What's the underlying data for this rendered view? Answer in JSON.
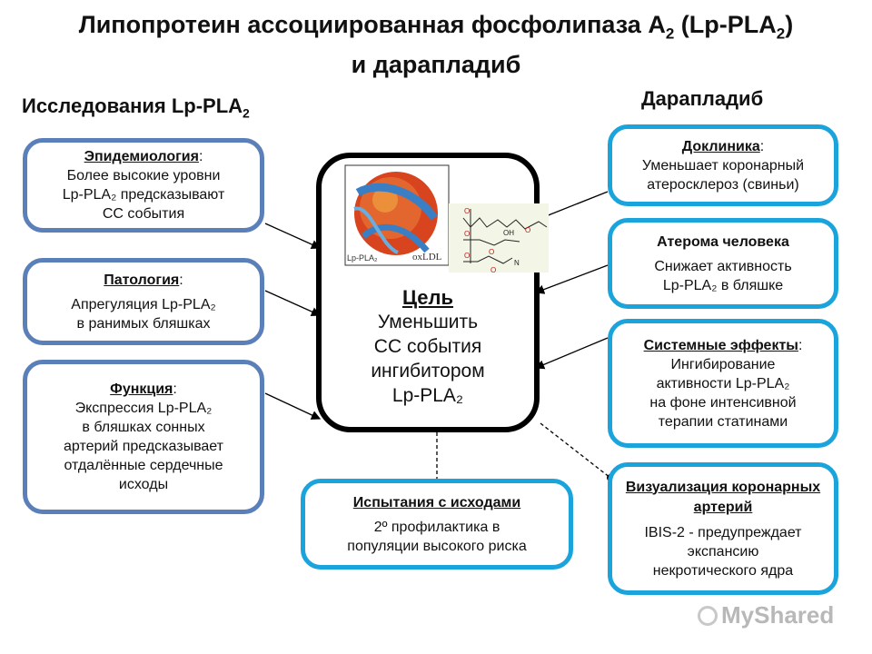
{
  "title": {
    "line1": "Липопротеин ассоциированная фосфолипаза A",
    "line1_sub": "2",
    "line1_mid": " (Lp-PLA",
    "line1_sub2": "2",
    "line1_end": ")",
    "line2": "и дарапладиб"
  },
  "left_header": {
    "text": "Исследования Lp-PLA",
    "sub": "2"
  },
  "right_header": "Дарапладиб",
  "left_boxes": [
    {
      "heading": "Эпидемиология",
      "colon": ":",
      "lines": [
        "Более высокие уровни",
        "Lp-PLA₂ предсказывают",
        "СС события"
      ]
    },
    {
      "heading": "Патология",
      "colon": ":",
      "lines": [
        "Апрегуляция Lp-PLA₂",
        "в ранимых бляшках"
      ]
    },
    {
      "heading": "Функция",
      "colon": ":",
      "lines": [
        "Экспрессия Lp-PLA₂",
        "в бляшках сонных",
        "артерий предсказывает",
        "отдалённые сердечные",
        "исходы"
      ]
    }
  ],
  "right_boxes": [
    {
      "heading": "Доклиника",
      "colon": ":",
      "lines": [
        "Уменьшает коронарный",
        "атеросклероз (свиньи)"
      ]
    },
    {
      "heading": "Атерома человека",
      "colon": "",
      "lines": [
        "Снижает активность",
        "Lp-PLA₂ в бляшке"
      ]
    },
    {
      "heading": "Системные эффекты",
      "colon": ":",
      "lines": [
        "Ингибирование",
        "активности Lp-PLA₂",
        "на фоне интенсивной",
        "терапии статинами"
      ]
    },
    {
      "heading": "Визуализация коронарных артерий",
      "colon": "",
      "lines": [
        "IBIS-2 - предупреждает",
        "экспансию",
        "некротического ядра"
      ]
    }
  ],
  "bottom_box": {
    "heading": "Испытания с исходами",
    "lines": [
      "2º профилактика в",
      "популяции высокого риска"
    ]
  },
  "center": {
    "goal": "Цель",
    "lines": [
      "Уменьшить",
      "СС события",
      "ингибитором",
      "Lp-PLA₂"
    ],
    "image_labels": {
      "particle": "Lp-PLA₂",
      "oxldl": "oxLDL"
    }
  },
  "watermark": "MyShared",
  "colors": {
    "dark_border": "#5b7fb8",
    "light_border": "#1ba3dc",
    "center_border": "#000000"
  }
}
